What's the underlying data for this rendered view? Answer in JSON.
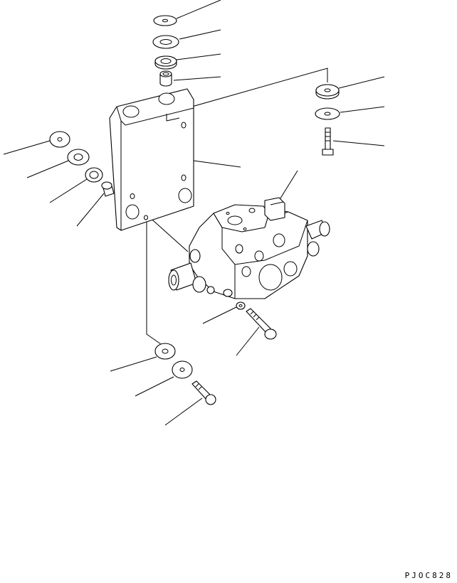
{
  "drawing": {
    "code": "PJOC828",
    "parts": [
      "washer-top",
      "spacer-washer-top",
      "rubber-mount-top",
      "collar-top",
      "bracket",
      "washer-right",
      "plate-washer-right",
      "bolt-right",
      "washer-left",
      "spacer-washer-left",
      "rubber-mount-left",
      "collar-left",
      "control-valve",
      "small-washer",
      "bolt-valve",
      "washer-bottom",
      "plate-washer-bottom",
      "bolt-bottom"
    ]
  }
}
